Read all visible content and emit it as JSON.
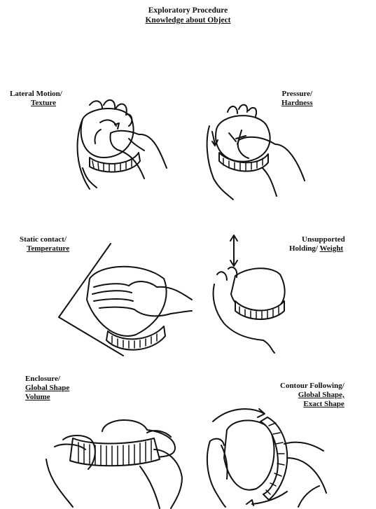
{
  "header": {
    "line1": "Exploratory Procedure",
    "line2": "Knowledge about Object"
  },
  "procedures": [
    {
      "procedure": "Lateral Motion/",
      "property": "Texture"
    },
    {
      "procedure": "Pressure/",
      "property": "Hardness"
    },
    {
      "procedure": "Static contact/",
      "property": "Temperature"
    },
    {
      "procedure_line1": "Unsupported",
      "procedure_line2": "Holding/",
      "property": "Weight"
    },
    {
      "procedure": "Enclosure/",
      "property": "Global Shape",
      "property2": "Volume"
    },
    {
      "procedure": "Contour Following/",
      "property": "Global Shape,",
      "property2": "Exact Shape"
    }
  ],
  "icons": [
    "hand-icon",
    "object-icon",
    "arrow-icon"
  ],
  "colors": {
    "ink": "#111111",
    "paper": "#ffffff"
  }
}
